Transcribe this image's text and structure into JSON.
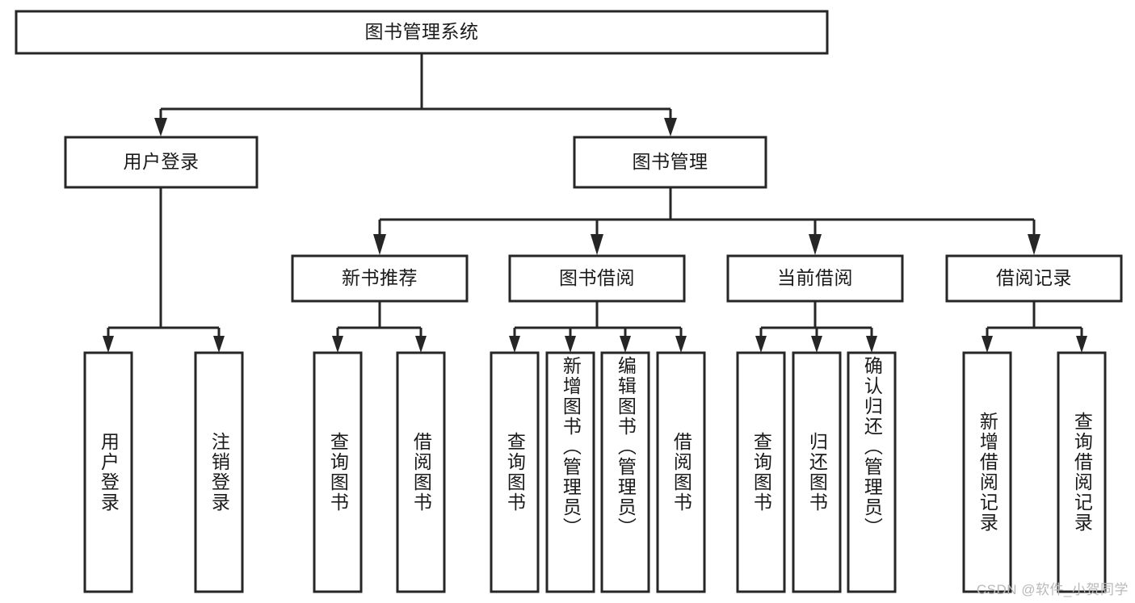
{
  "diagram": {
    "title": "图书管理系统",
    "type": "tree",
    "root": {
      "id": "root",
      "label": "图书管理系统",
      "orientation": "horizontal"
    },
    "level2": [
      {
        "id": "user-login",
        "label": "用户登录",
        "orientation": "horizontal"
      },
      {
        "id": "book-management",
        "label": "图书管理",
        "orientation": "horizontal"
      }
    ],
    "level3": [
      {
        "id": "new-book-recommend",
        "label": "新书推荐",
        "orientation": "horizontal",
        "parent": "book-management"
      },
      {
        "id": "book-borrow",
        "label": "图书借阅",
        "orientation": "horizontal",
        "parent": "book-management"
      },
      {
        "id": "current-borrow",
        "label": "当前借阅",
        "orientation": "horizontal",
        "parent": "book-management"
      },
      {
        "id": "borrow-record",
        "label": "借阅记录",
        "orientation": "horizontal",
        "parent": "book-management"
      }
    ],
    "leaves": [
      {
        "id": "leaf-user-login",
        "label": "用户登录",
        "parent": "user-login"
      },
      {
        "id": "leaf-logout-login",
        "label": "注销登录",
        "parent": "user-login"
      },
      {
        "id": "leaf-query-book-1",
        "label": "查询图书",
        "parent": "new-book-recommend"
      },
      {
        "id": "leaf-borrow-book-1",
        "label": "借阅图书",
        "parent": "new-book-recommend"
      },
      {
        "id": "leaf-query-book-2",
        "label": "查询图书",
        "parent": "book-borrow"
      },
      {
        "id": "leaf-add-book",
        "label": "新增图书（管理员）",
        "parent": "book-borrow"
      },
      {
        "id": "leaf-edit-book",
        "label": "编辑图书（管理员）",
        "parent": "book-borrow"
      },
      {
        "id": "leaf-borrow-book-2",
        "label": "借阅图书",
        "parent": "book-borrow"
      },
      {
        "id": "leaf-query-book-3",
        "label": "查询图书",
        "parent": "current-borrow"
      },
      {
        "id": "leaf-return-book",
        "label": "归还图书",
        "parent": "current-borrow"
      },
      {
        "id": "leaf-confirm-return",
        "label": "确认归还（管理员）",
        "parent": "current-borrow"
      },
      {
        "id": "leaf-add-record",
        "label": "新增借阅记录",
        "parent": "borrow-record"
      },
      {
        "id": "leaf-query-record",
        "label": "查询借阅记录",
        "parent": "borrow-record"
      }
    ],
    "colors": {
      "stroke": "#262626",
      "fill": "#ffffff",
      "text": "#1a1a1a",
      "watermark": "#b9b9b9"
    }
  },
  "watermark": {
    "text": "CSDN @软件_小贺同学"
  }
}
